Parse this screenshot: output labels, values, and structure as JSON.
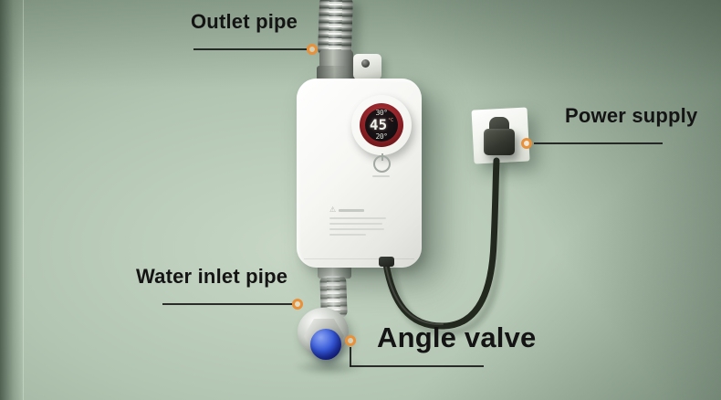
{
  "annotations": {
    "outlet_pipe": {
      "label": "Outlet pipe"
    },
    "power_supply": {
      "label": "Power supply"
    },
    "water_inlet_pipe": {
      "label": "Water inlet pipe"
    },
    "angle_valve": {
      "label": "Angle valve"
    }
  },
  "heater_display": {
    "top_value": "30°",
    "main_value": "45",
    "unit": "°C",
    "bottom_value": "20°"
  },
  "icons": {
    "warning": "⚠",
    "power": "power-symbol",
    "callout_dot": "orange-ring-marker"
  },
  "colors": {
    "wall_green": "#A9BCAA",
    "callout_accent_orange": "#E8913A",
    "display_gold_ring": "#CBA24E",
    "display_red_ring": "#7E1C20",
    "display_face_black": "#141114",
    "valve_knob_blue": "#2B49C9",
    "power_cord_black": "#23281F",
    "heater_body_white": "#F4F4F2",
    "label_text": "#141414"
  }
}
